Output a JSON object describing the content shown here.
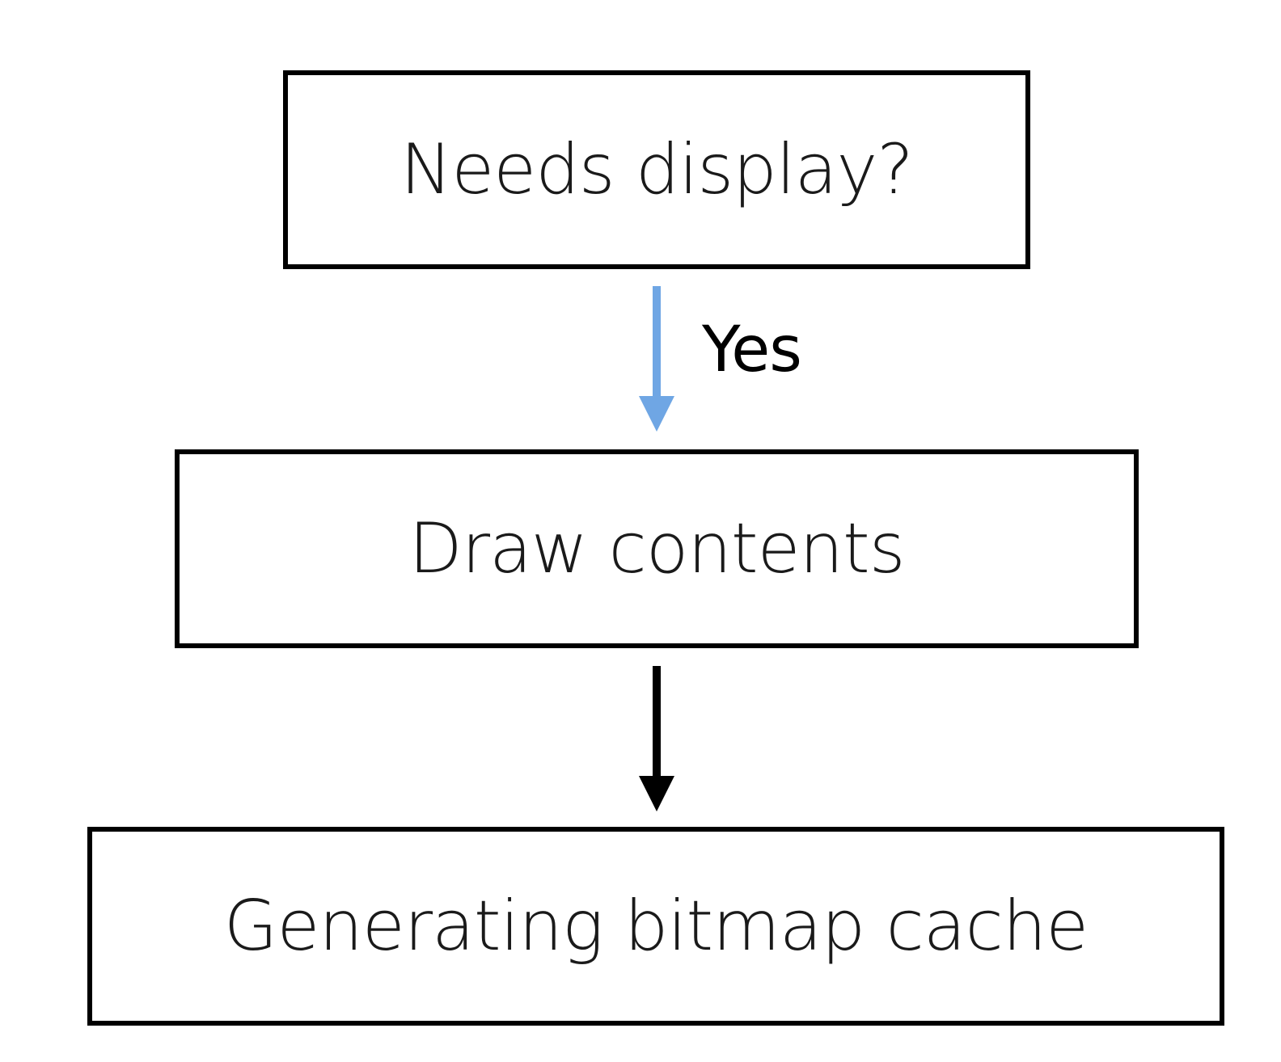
{
  "nodes": {
    "needs_display": "Needs display?",
    "draw_contents": "Draw contents",
    "generating_cache": "Generating bitmap cache"
  },
  "edges": {
    "yes_label": "Yes"
  },
  "colors": {
    "yes_arrow": "#6fa6e4",
    "plain_arrow": "#000000",
    "box_border": "#000000"
  }
}
